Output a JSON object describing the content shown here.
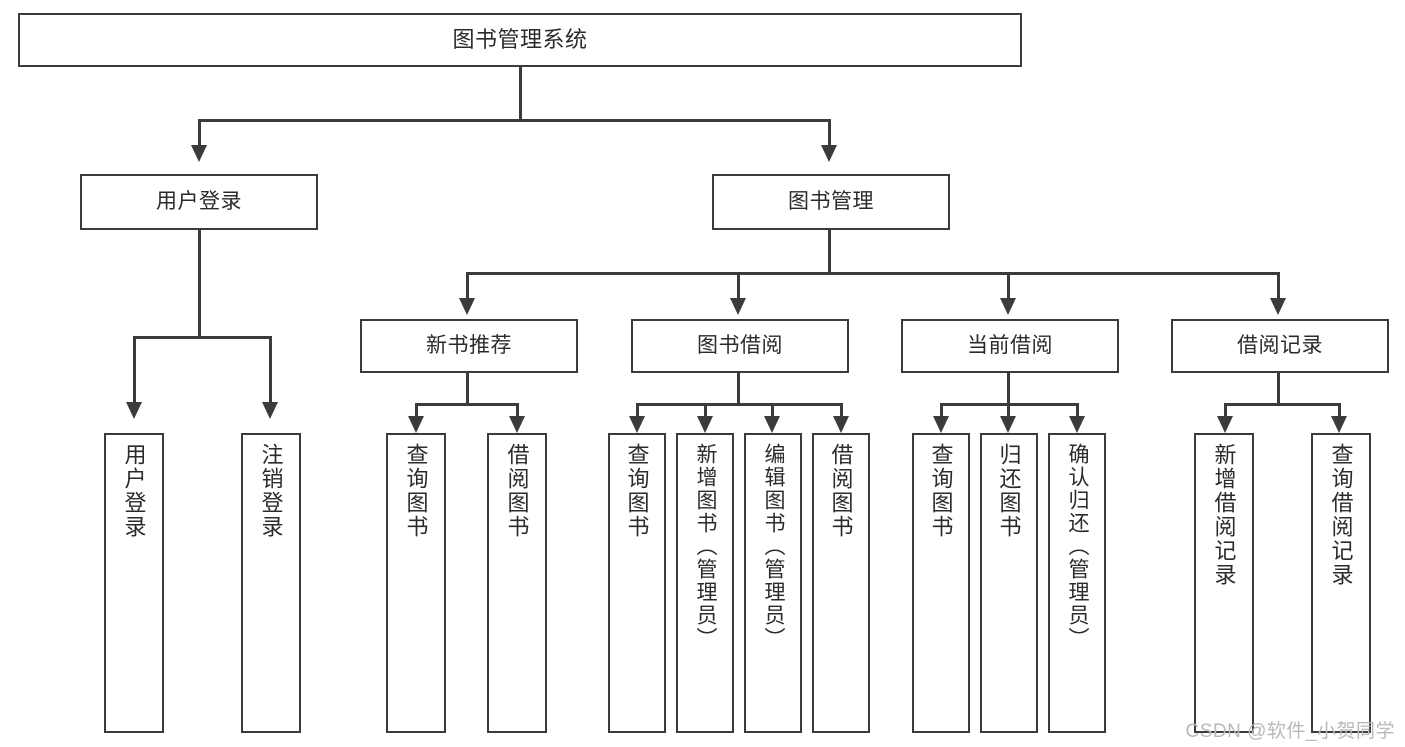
{
  "diagram": {
    "type": "tree-hierarchy-chart",
    "title": "图书管理系统",
    "levels": 4,
    "root": {
      "label": "图书管理系统"
    },
    "level2": [
      {
        "label": "用户登录"
      },
      {
        "label": "图书管理"
      }
    ],
    "level3": [
      {
        "label": "新书推荐"
      },
      {
        "label": "图书借阅"
      },
      {
        "label": "当前借阅"
      },
      {
        "label": "借阅记录"
      }
    ],
    "leaves": {
      "user_login": [
        {
          "label": "用户登录"
        },
        {
          "label": "注销登录"
        }
      ],
      "new_book_recommend": [
        {
          "label": "查询图书"
        },
        {
          "label": "借阅图书"
        }
      ],
      "book_borrow": [
        {
          "label": "查询图书"
        },
        {
          "label": "新增图书（管理员）"
        },
        {
          "label": "编辑图书（管理员）"
        },
        {
          "label": "借阅图书"
        }
      ],
      "current_borrow": [
        {
          "label": "查询图书"
        },
        {
          "label": "归还图书"
        },
        {
          "label": "确认归还（管理员）"
        }
      ],
      "borrow_record": [
        {
          "label": "新增借阅记录"
        },
        {
          "label": "查询借阅记录"
        }
      ]
    }
  },
  "watermark": {
    "text": "CSDN @软件_小贺同学"
  },
  "colors": {
    "stroke": "#3b3b3b",
    "text": "#2b2b2b",
    "background": "#ffffff",
    "watermark": "#b9b9b9"
  }
}
